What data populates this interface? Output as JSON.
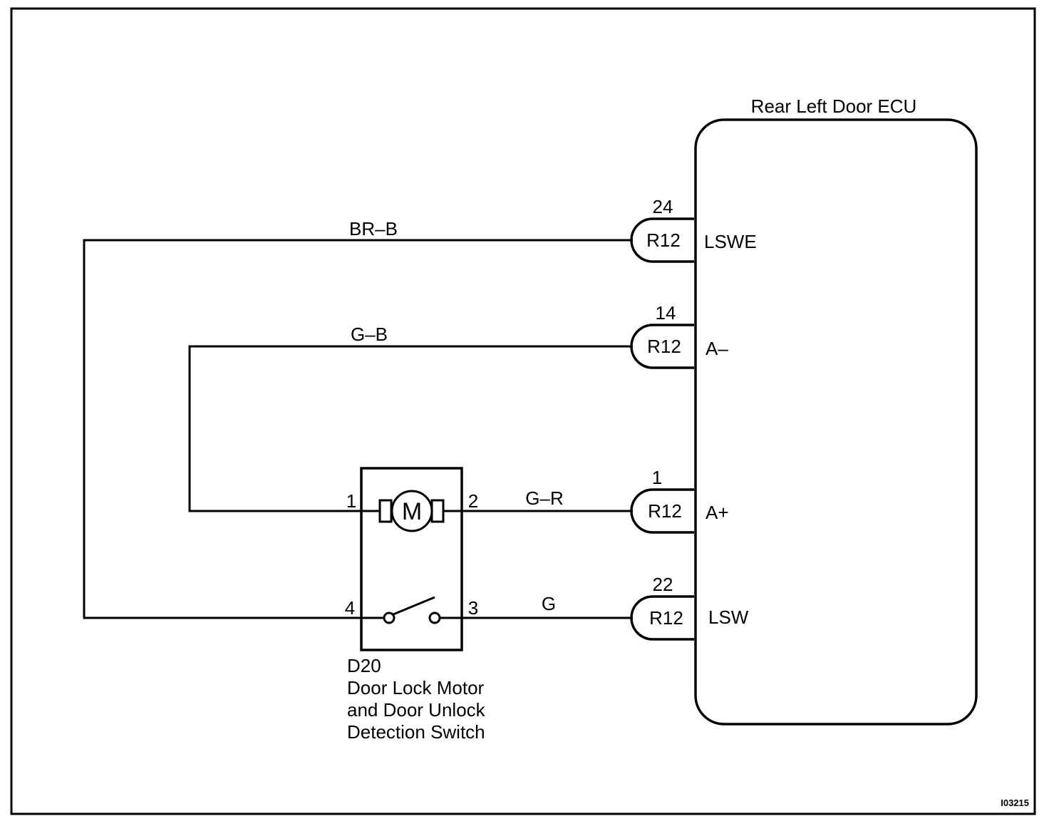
{
  "ecu": {
    "title": "Rear Left Door ECU"
  },
  "connectors": [
    {
      "pin": "24",
      "code": "R12",
      "terminal": "LSWE"
    },
    {
      "pin": "14",
      "code": "R12",
      "terminal": "A–"
    },
    {
      "pin": "1",
      "code": "R12",
      "terminal": "A+"
    },
    {
      "pin": "22",
      "code": "R12",
      "terminal": "LSW"
    }
  ],
  "wires": {
    "lswe": "BR–B",
    "a_minus": "G–B",
    "a_plus": "G–R",
    "lsw": "G"
  },
  "component": {
    "id": "D20",
    "name_line1": "Door Lock Motor",
    "name_line2": "and Door Unlock",
    "name_line3": "Detection Switch",
    "motor_symbol": "M",
    "pins": {
      "p1": "1",
      "p2": "2",
      "p3": "3",
      "p4": "4"
    }
  },
  "figure_id": "I03215"
}
